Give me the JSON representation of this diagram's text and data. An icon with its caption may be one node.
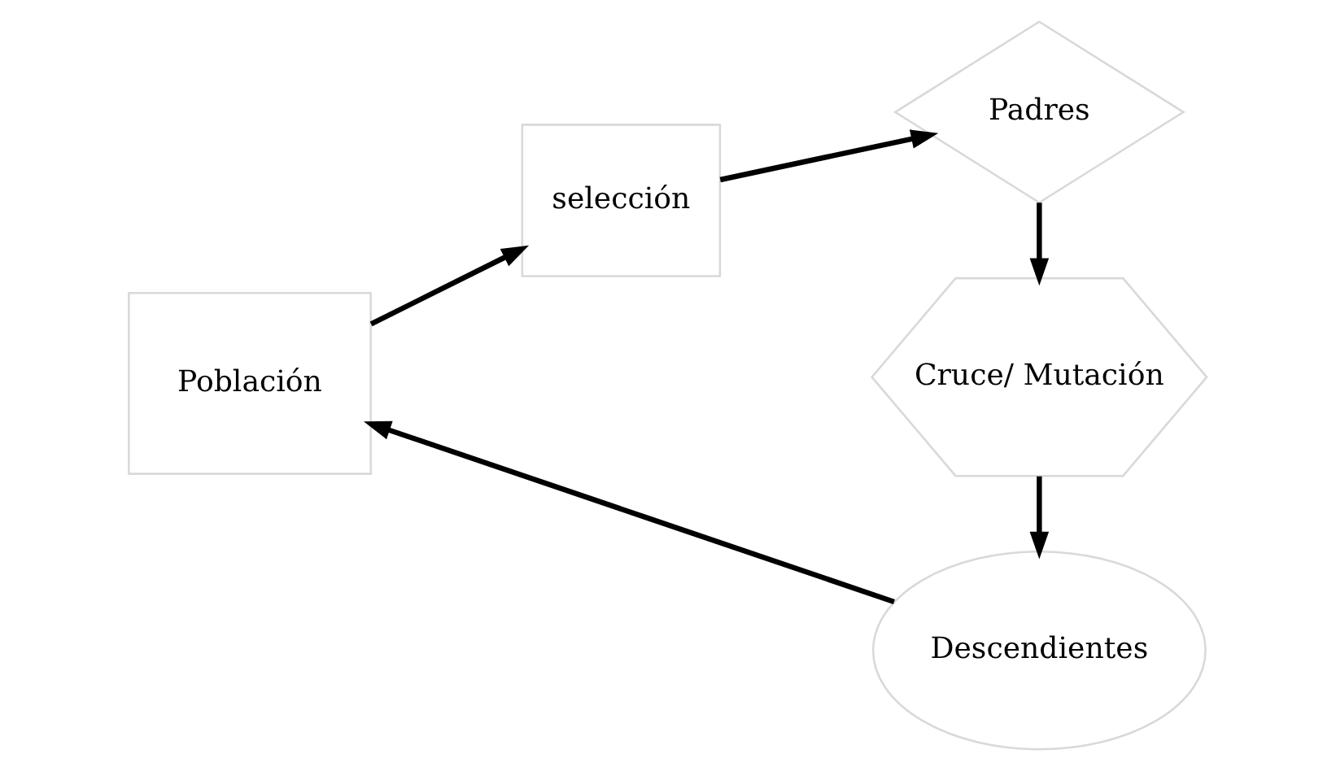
{
  "diagram": {
    "nodes": [
      {
        "text": [
          "Población"
        ]
      },
      {
        "text": [
          "selección"
        ]
      },
      {
        "text": [
          "Padres"
        ]
      },
      {
        "text": [
          "Cruce/ Mutación"
        ]
      },
      {
        "text": [
          "Descendientes"
        ]
      }
    ],
    "edges": [
      {
        "from": 0,
        "to": 1,
        "arrow": "to"
      },
      {
        "from": 1,
        "to": 2,
        "arrow": "to"
      },
      {
        "from": 2,
        "to": 3,
        "arrow": "to"
      },
      {
        "from": 3,
        "to": 4,
        "arrow": "to"
      },
      {
        "from": 4,
        "to": 0,
        "arrow": "to"
      }
    ]
  }
}
